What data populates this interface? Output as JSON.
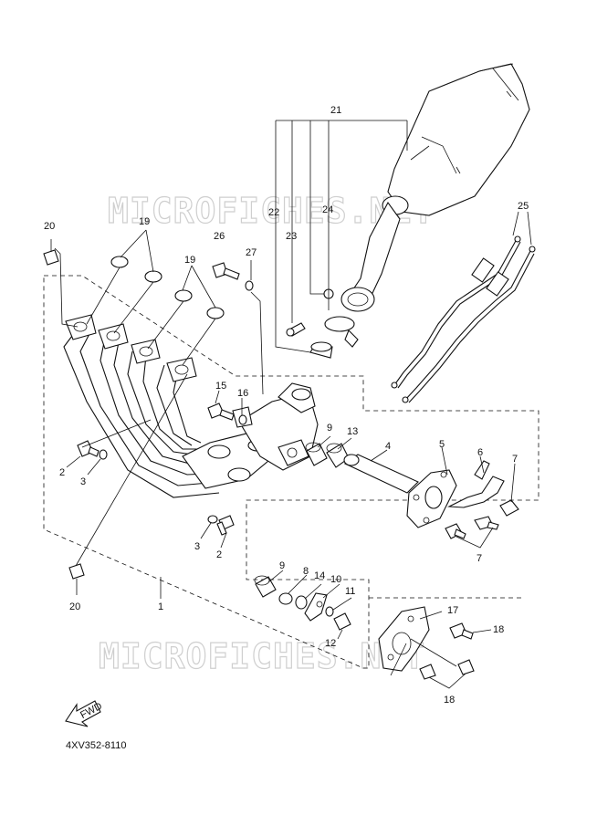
{
  "watermark": "MICROFICHES.NET",
  "reference_code": "4XV352-8110",
  "fwd_label": "FWD",
  "callouts": {
    "c1": "1",
    "c2a": "2",
    "c2b": "2",
    "c3a": "3",
    "c3b": "3",
    "c4": "4",
    "c5": "5",
    "c6": "6",
    "c7a": "7",
    "c7b": "7",
    "c8": "8",
    "c9a": "9",
    "c9b": "9",
    "c10": "10",
    "c11": "11",
    "c12": "12",
    "c13": "13",
    "c14": "14",
    "c15": "15",
    "c16": "16",
    "c17": "17",
    "c18a": "18",
    "c18b": "18",
    "c19a": "19",
    "c19b": "19",
    "c20a": "20",
    "c20b": "20",
    "c21": "21",
    "c22": "22",
    "c23": "23",
    "c24": "24",
    "c25": "25",
    "c26": "26",
    "c27": "27"
  }
}
